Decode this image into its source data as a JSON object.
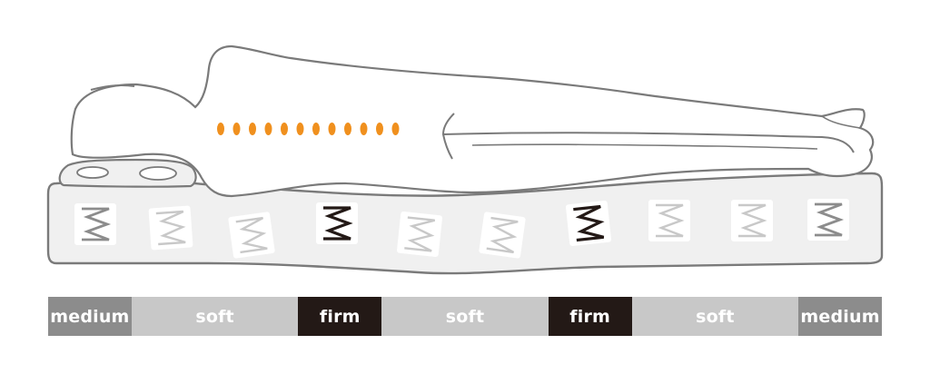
{
  "zones": [
    {
      "label": "medium",
      "firmness": "medium",
      "span": 1
    },
    {
      "label": "soft",
      "firmness": "soft",
      "span": 2
    },
    {
      "label": "firm",
      "firmness": "firm",
      "span": 1
    },
    {
      "label": "soft",
      "firmness": "soft",
      "span": 2
    },
    {
      "label": "firm",
      "firmness": "firm",
      "span": 1
    },
    {
      "label": "soft",
      "firmness": "soft",
      "span": 2
    },
    {
      "label": "medium",
      "firmness": "medium",
      "span": 1
    }
  ],
  "springs": [
    {
      "firmness": "medium"
    },
    {
      "firmness": "soft"
    },
    {
      "firmness": "soft"
    },
    {
      "firmness": "firm"
    },
    {
      "firmness": "soft"
    },
    {
      "firmness": "soft"
    },
    {
      "firmness": "firm"
    },
    {
      "firmness": "soft"
    },
    {
      "firmness": "soft"
    },
    {
      "firmness": "medium"
    }
  ],
  "colors": {
    "medium": "#8c8c8c",
    "soft": "#c8c8c8",
    "firm": "#231916",
    "spine_dots": "#f0901e",
    "outline": "#7a7a7a",
    "mattress_fill": "#f0f0f0"
  },
  "spine_dot_count": 12
}
